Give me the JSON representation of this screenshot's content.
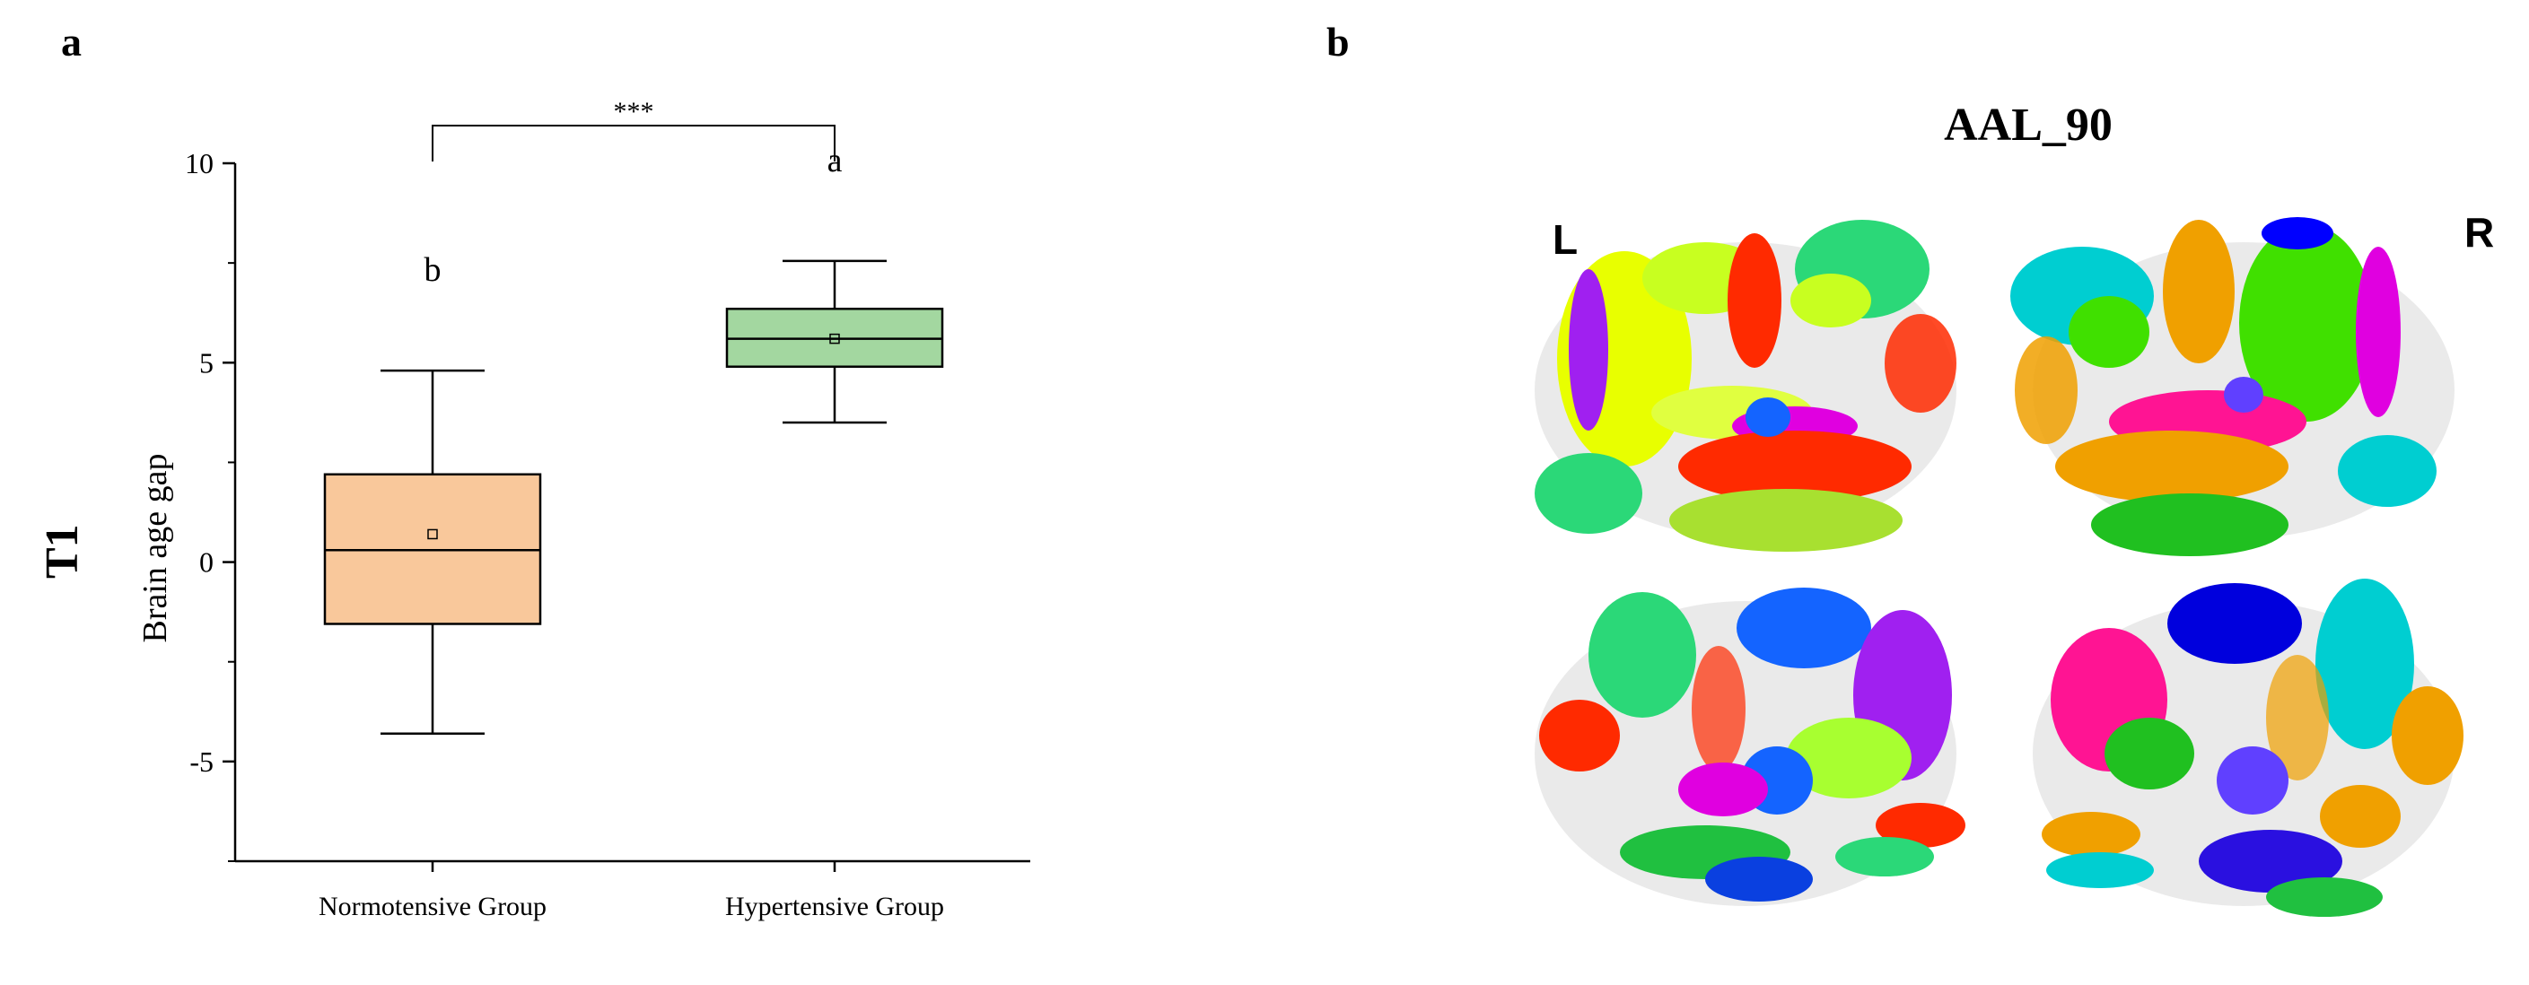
{
  "panels": {
    "a_label": "a",
    "b_label": "b"
  },
  "row_label": "T1",
  "chart_data": {
    "type": "box",
    "title": "",
    "xlabel": "",
    "ylabel": "Brain age gap",
    "ylim": [
      -7.5,
      10
    ],
    "yticks": [
      -5,
      0,
      5,
      10
    ],
    "yticks_minor": [
      -7.5,
      -2.5,
      2.5,
      7.5
    ],
    "categories": [
      "Normotensive Group",
      "Hypertensive Group"
    ],
    "series": [
      {
        "category": "Normotensive Group",
        "whisker_low": -4.3,
        "q1": -1.55,
        "median": 0.3,
        "q3": 2.2,
        "whisker_high": 4.8,
        "mean": 0.7,
        "group_letter": "b",
        "fill": "#f9c89b"
      },
      {
        "category": "Hypertensive Group",
        "whisker_low": 3.5,
        "q1": 4.9,
        "median": 5.6,
        "q3": 6.35,
        "whisker_high": 7.55,
        "mean": 5.6,
        "group_letter": "a",
        "fill": "#a3d7a0"
      }
    ],
    "significance": {
      "text": "***",
      "between": [
        "Normotensive Group",
        "Hypertensive Group"
      ]
    },
    "grid": false
  },
  "brain": {
    "title": "AAL_90",
    "left_label": "L",
    "right_label": "R",
    "colors": [
      "#e8ff00",
      "#ff2a00",
      "#2bd878",
      "#a020f0",
      "#1464ff",
      "#ff1493",
      "#00ced1",
      "#f0a000",
      "#40e000",
      "#0000ff",
      "#a8ff30",
      "#e000e0"
    ]
  }
}
